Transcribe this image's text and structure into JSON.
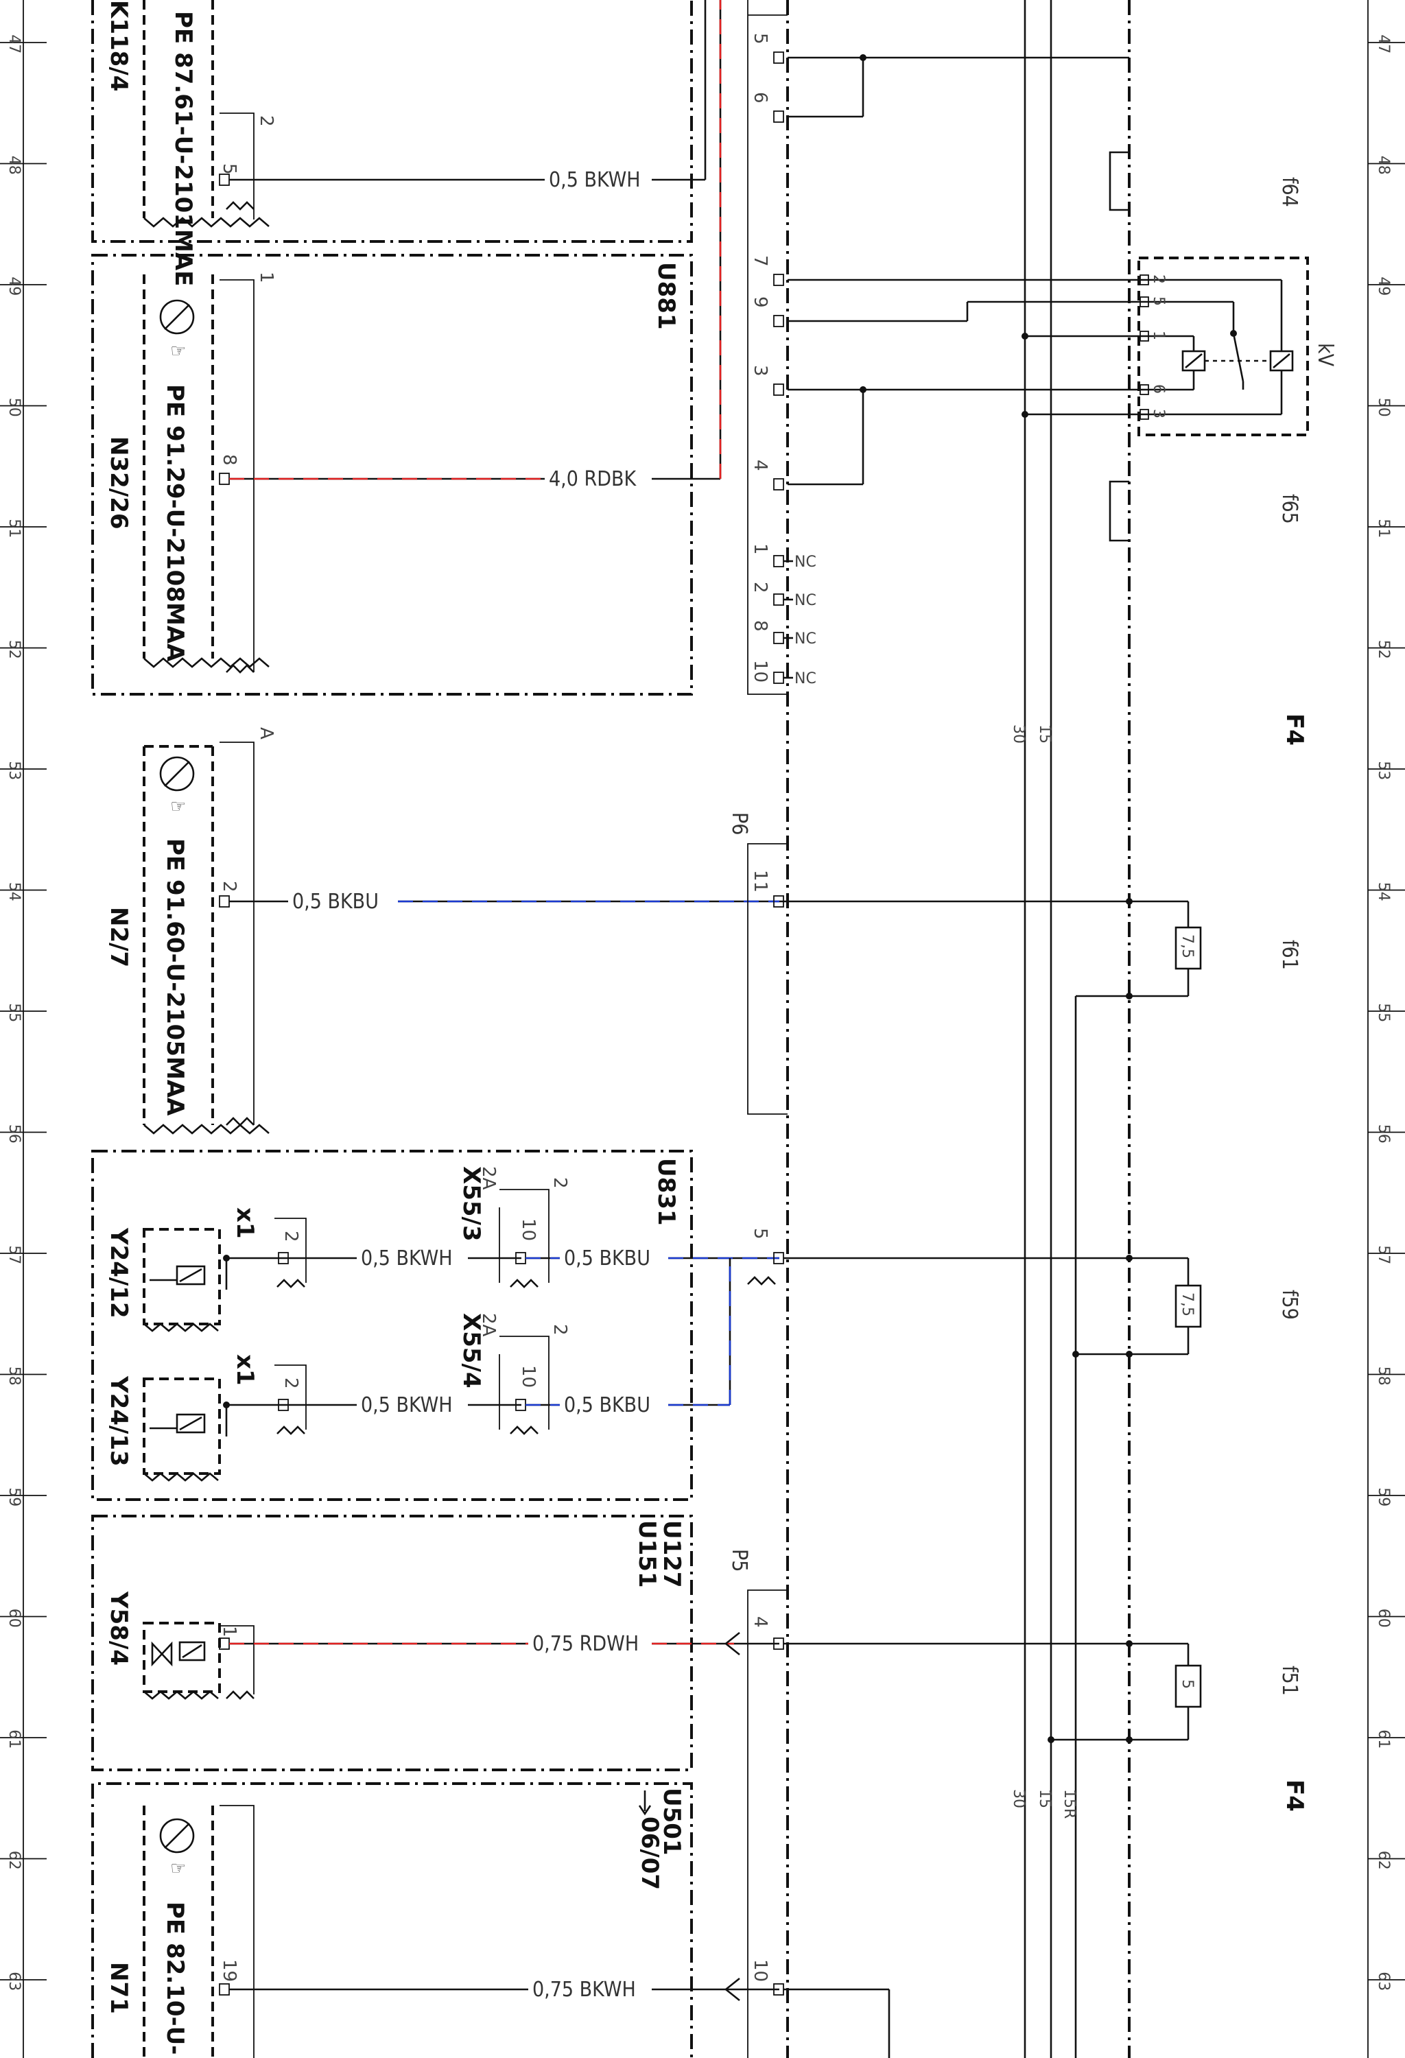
{
  "ruler": {
    "numbers": [
      "47",
      "48",
      "49",
      "50",
      "51",
      "52",
      "53",
      "54",
      "55",
      "56",
      "57",
      "58",
      "59",
      "60",
      "61",
      "62",
      "63"
    ]
  },
  "components": {
    "k118": {
      "name": "K118/4",
      "part": "PE 87.61-U-2101MAE"
    },
    "n32": {
      "name": "N32/26",
      "part": "PE 91.29-U-2108MAA"
    },
    "n2": {
      "name": "N2/7",
      "part": "PE 91.60-U-2105MAA"
    },
    "y24_12": {
      "name": "Y24/12"
    },
    "y24_13": {
      "name": "Y24/13"
    },
    "y58": {
      "name": "Y58/4"
    },
    "n71": {
      "name": "N71",
      "part": "PE 82.10-U-"
    }
  },
  "modules": {
    "u881": "U881",
    "u831": "U831",
    "u127": "U127",
    "u151": "U151",
    "u501": "U501",
    "u501_ref": "06/07"
  },
  "connectors": {
    "p6": "P6",
    "p5": "P5",
    "x55_3": "X55/3",
    "x55_4": "X55/4",
    "x1": "x1",
    "pin_2a": "2A"
  },
  "wires": {
    "w1": "0,5 BKWH",
    "w2": "4,0 RDBK",
    "w3": "0,5 BKBU",
    "w4": "0,5 BKWH",
    "w5": "0,5 BKBU",
    "w6": "0,5 BKWH",
    "w7": "0,5 BKBU",
    "w8": "0,75 RDWH",
    "w9": "0,75 BKWH"
  },
  "pins": {
    "p5": "5",
    "p6": "6",
    "p7": "7",
    "p9": "9",
    "p3": "3",
    "p4": "4",
    "p1": "1",
    "p2": "2",
    "p8": "8",
    "p10": "10",
    "p11": "11",
    "p19": "19",
    "pA": "A",
    "nc": "NC"
  },
  "fuses": {
    "f64": "f64",
    "f65": "f65",
    "f61": "f61",
    "f59": "f59",
    "f51": "f51",
    "r61": "7,5",
    "r59": "7,5",
    "r51": "5"
  },
  "relay": {
    "name": "kV",
    "pins": [
      "2",
      "5",
      "1",
      "6",
      "3"
    ]
  },
  "box": {
    "f4a": "F4",
    "f4b": "F4"
  },
  "rails": {
    "t30a": "30",
    "t15a": "15",
    "t30b": "30",
    "t15b": "15",
    "t15r": "15R"
  },
  "colors": {
    "red": "#e02020",
    "blue": "#1a3ad0",
    "black": "#111111"
  }
}
